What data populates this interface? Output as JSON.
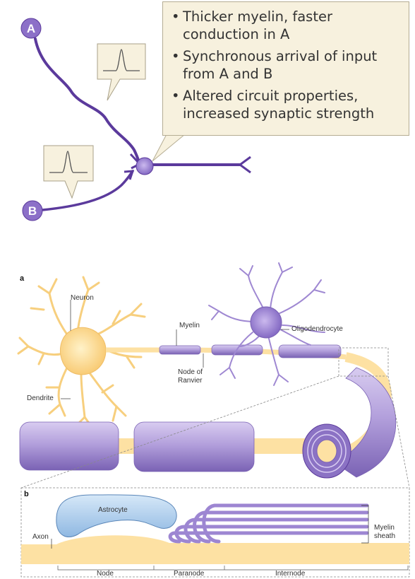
{
  "top": {
    "axon_a_label": "A",
    "axon_b_label": "B",
    "callout_bullets": [
      "Thicker myelin, faster conduction in A",
      "Synchronous arrival of input from A and B",
      "Altered circuit properties, increased synaptic strength"
    ]
  },
  "panel_a": {
    "letter": "a",
    "labels": {
      "neuron": "Neuron",
      "myelin": "Myelin",
      "oligodendrocyte": "Oligodendrocyte",
      "node_of_ranvier_1": "Node of",
      "node_of_ranvier_2": "Ranvier",
      "dendrite": "Dendrite"
    }
  },
  "panel_b": {
    "letter": "b",
    "labels": {
      "astrocyte": "Astrocyte",
      "axon": "Axon",
      "myelin_sheath_1": "Myelin",
      "myelin_sheath_2": "sheath",
      "node": "Node",
      "paranode": "Paranode",
      "internode": "Internode"
    }
  },
  "colors": {
    "purple_dark": "#5b3a9c",
    "purple_fill": "#b6a3de",
    "yellow": "#fde1a3",
    "astrocyte_blue": "#a9cbeb",
    "callout_bg": "#f7f1de"
  }
}
